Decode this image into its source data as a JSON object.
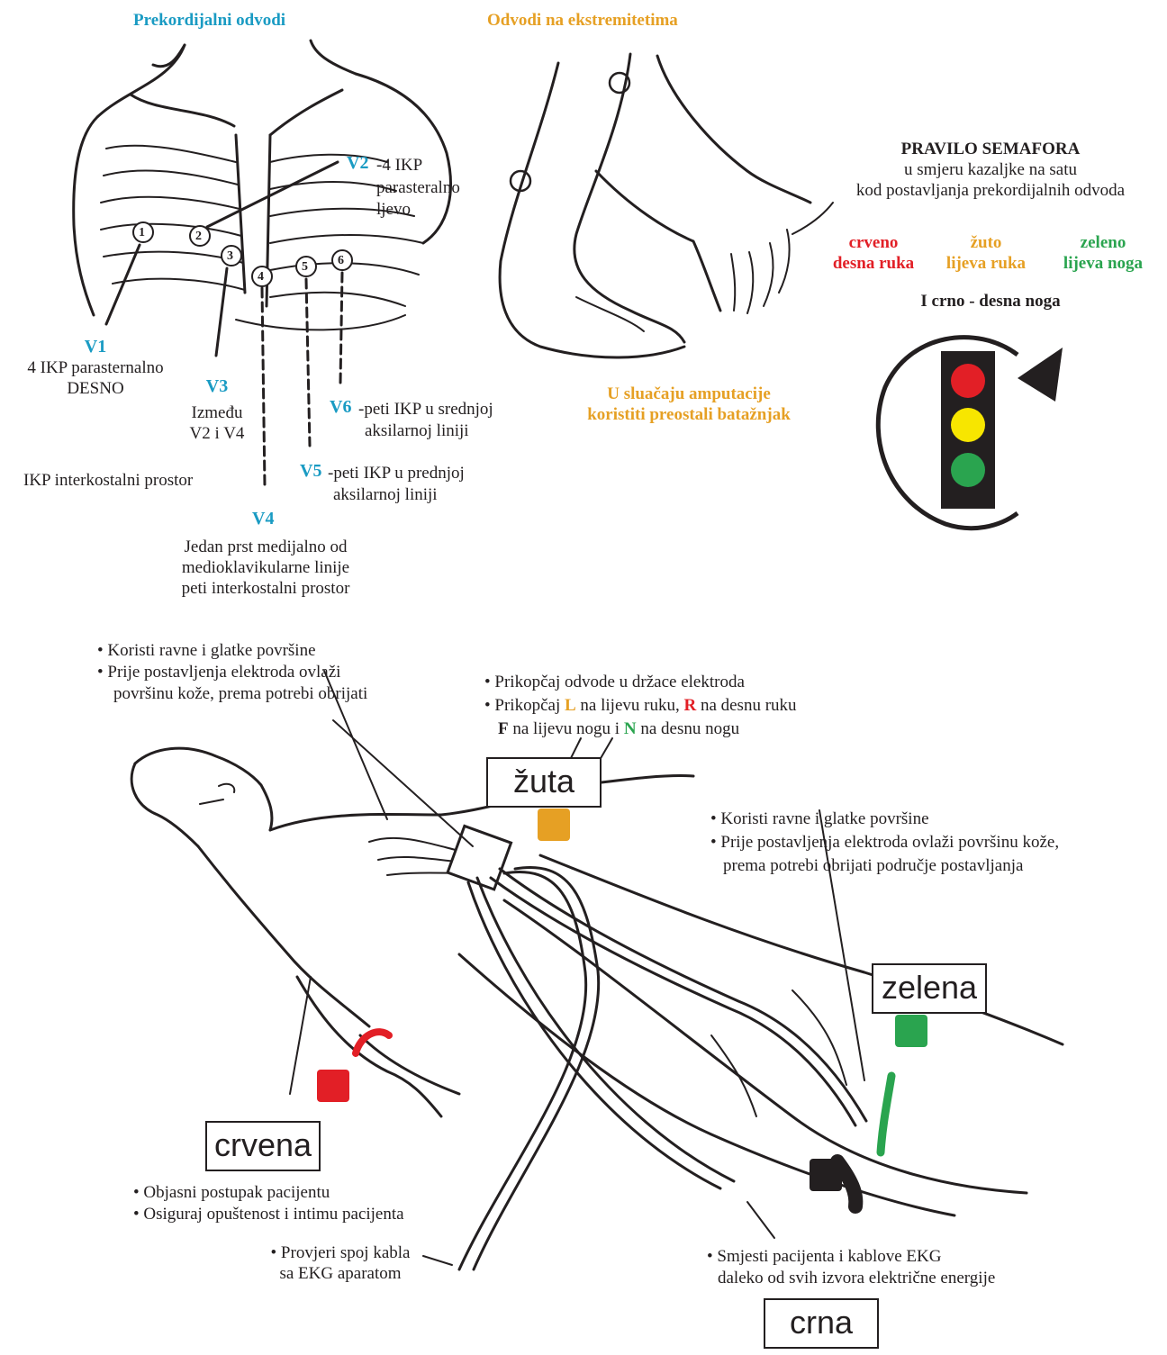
{
  "colors": {
    "blue": "#1a9bc3",
    "orange": "#e6a024",
    "red": "#e21f26",
    "green": "#2aa44f",
    "yellow": "#f7e600",
    "black": "#231f20"
  },
  "headings": {
    "precordial": "Prekordijalni odvodi",
    "limb": "Odvodi na ekstremitetima"
  },
  "leads": {
    "v1": {
      "label": "V1",
      "desc": [
        "4 IKP parasternalno",
        "DESNO"
      ]
    },
    "v2": {
      "label": "V2",
      "desc": [
        "-4 IKP",
        "parasteralno",
        "ljevo"
      ]
    },
    "v3": {
      "label": "V3",
      "desc": [
        "Između",
        "V2 i V4"
      ]
    },
    "v4": {
      "label": "V4",
      "desc": [
        "Jedan prst medijalno od",
        "medioklavikularne linije",
        "peti interkostalni prostor"
      ]
    },
    "v5": {
      "label": "V5",
      "desc": [
        "-peti IKP u prednjoj",
        "aksilarnoj liniji"
      ]
    },
    "v6": {
      "label": "V6",
      "desc": [
        "-peti IKP u srednjoj",
        "aksilarnoj liniji"
      ]
    },
    "ikp_note": "IKP interkostalni prostor"
  },
  "chest_numbers": [
    "1",
    "2",
    "3",
    "4",
    "5",
    "6"
  ],
  "amputation": [
    "U sluačaju amputacije",
    "koristiti preostali batažnjak"
  ],
  "traffic_rule": {
    "title": "PRAVILO SEMAFORA",
    "line1": "u smjeru kazaljke na satu",
    "line2": "kod postavljanja prekordijalnih odvoda",
    "red": {
      "color": "crveno",
      "limb": "desna ruka"
    },
    "yellow": {
      "color": "žuto",
      "limb": "lijeva ruka"
    },
    "green": {
      "color": "zeleno",
      "limb": "lijeva noga"
    },
    "black_line": "I crno - desna noga"
  },
  "notes": {
    "surface": [
      "• Koristi ravne i glatke površine",
      "• Prije postavljenja elektroda ovlaži",
      "površinu kože, prema potrebi obrijati"
    ],
    "connect": {
      "line1": "• Prikopčaj odvode u držace elektroda",
      "l2_pre": "• Prikopčaj ",
      "l2_L": "L",
      "l2_mid": " na lijevu ruku, ",
      "l2_R": "R",
      "l2_post": " na desnu ruku",
      "l3_F": "F",
      "l3_mid": " na lijevu nogu i ",
      "l3_N": "N",
      "l3_post": " na desnu nogu"
    },
    "surface_leg": [
      "• Koristi ravne i glatke površine",
      "• Prije postavljenja elektroda ovlaži površinu kože,",
      "prema potrebi obrijati područje postavljanja"
    ],
    "explain": [
      "• Objasni postupak pacijentu",
      "• Osiguraj opuštenost i intimu pacijenta"
    ],
    "cable": [
      "• Provjeri spoj kabla",
      "sa EKG aparatom"
    ],
    "position": [
      "• Smjesti pacijenta i kablove EKG",
      "daleko od svih izvora električne energije"
    ]
  },
  "electrode_labels": {
    "yellow": "žuta",
    "green": "zelena",
    "red": "crvena",
    "black": "crna"
  }
}
